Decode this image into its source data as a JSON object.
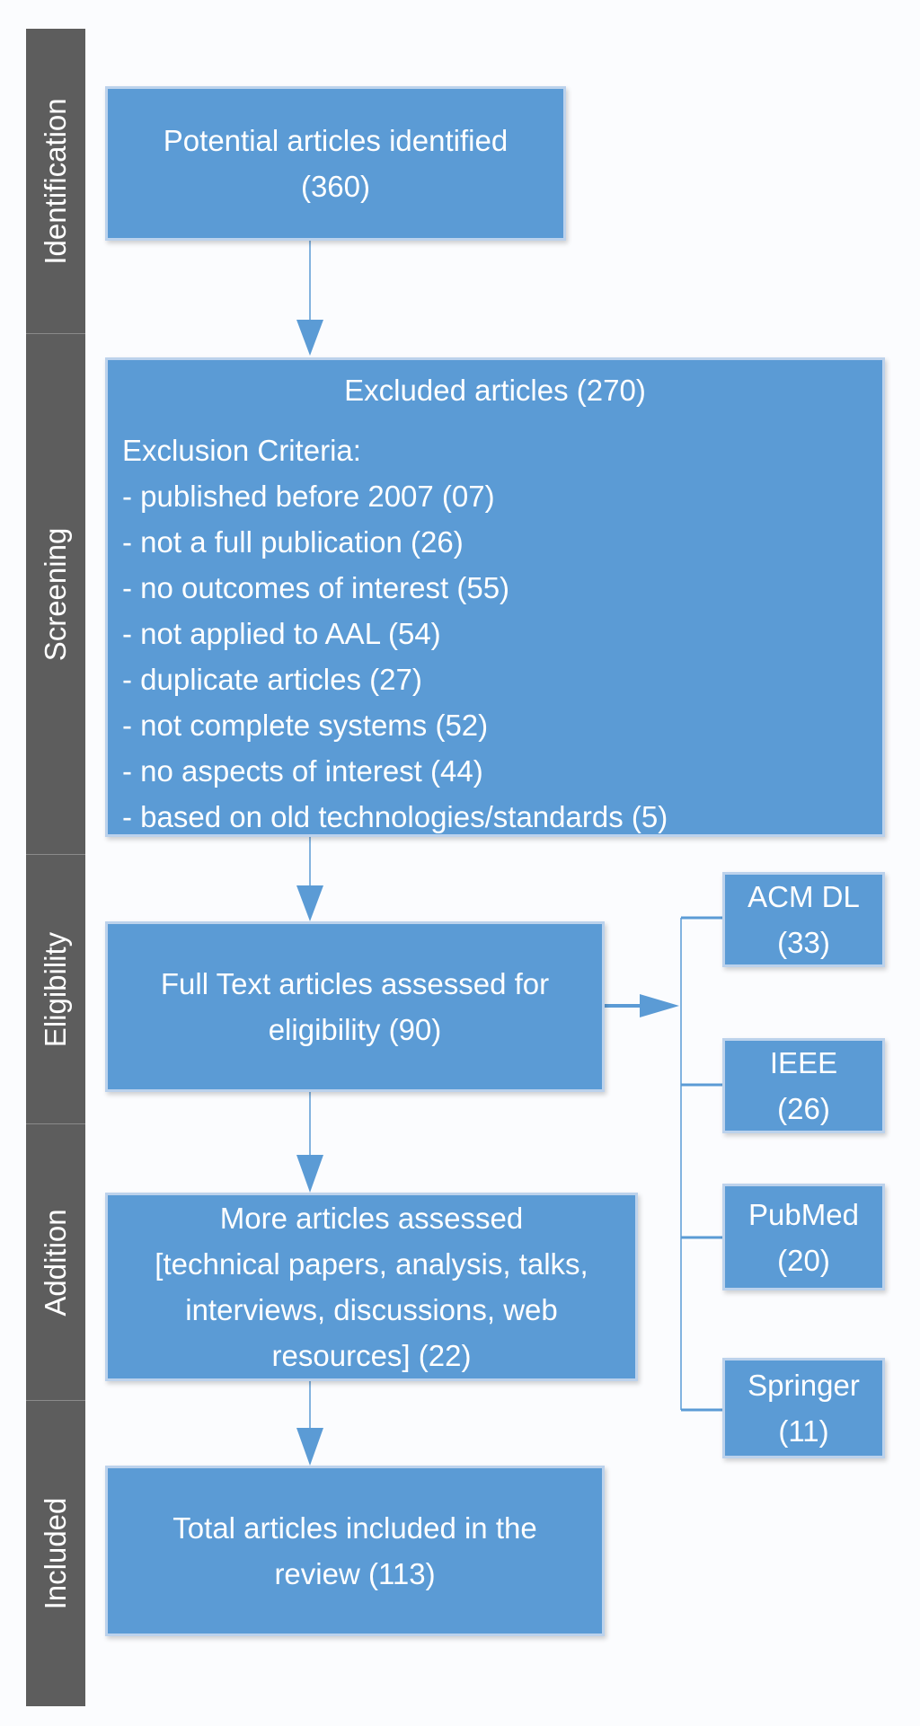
{
  "stages": [
    {
      "label": "Identification"
    },
    {
      "label": "Screening"
    },
    {
      "label": "Eligibility"
    },
    {
      "label": "Addition"
    },
    {
      "label": "Included"
    }
  ],
  "boxes": {
    "identified": {
      "line1": "Potential articles identified",
      "line2": "(360)"
    },
    "excluded": {
      "title": "Excluded articles (270)",
      "criteria_heading": "Exclusion Criteria:",
      "criteria": [
        "- published before 2007 (07)",
        "- not a full publication (26)",
        "- no outcomes of interest (55)",
        "- not applied to AAL (54)",
        "- duplicate articles (27)",
        "- not complete systems (52)",
        "- no aspects of interest (44)",
        "- based on old technologies/standards (5)"
      ]
    },
    "full_text": {
      "line1": "Full Text articles assessed for",
      "line2": "eligibility (90)"
    },
    "more_articles": {
      "line1": "More articles assessed",
      "line2": "[technical papers, analysis, talks,",
      "line3": "interviews, discussions, web",
      "line4": "resources] (22)"
    },
    "total": {
      "line1": "Total articles included in the",
      "line2": "review (113)"
    }
  },
  "sources": [
    {
      "name": "ACM DL",
      "count": "(33)"
    },
    {
      "name": "IEEE",
      "count": "(26)"
    },
    {
      "name": "PubMed",
      "count": "(20)"
    },
    {
      "name": "Springer",
      "count": "(11)"
    }
  ],
  "colors": {
    "box_fill": "#5b9bd5",
    "box_border": "#bcd2ec",
    "stage_bar": "#5d5d5d",
    "connector": "#5b9bd5"
  }
}
